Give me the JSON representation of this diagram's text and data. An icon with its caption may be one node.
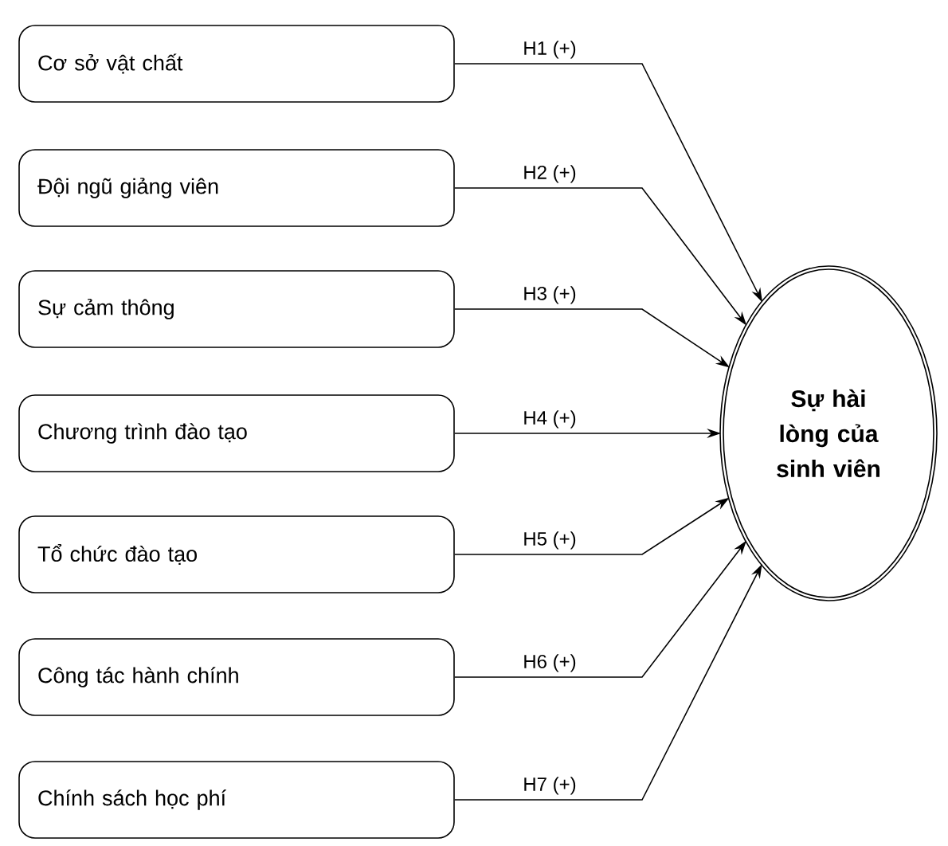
{
  "diagram": {
    "nodes": [
      {
        "text": [
          "Cơ sở vật chất"
        ]
      },
      {
        "text": [
          "Đội ngũ giảng viên"
        ]
      },
      {
        "text": [
          "Sự cảm thông"
        ]
      },
      {
        "text": [
          "Chương trình đào tạo"
        ]
      },
      {
        "text": [
          "Tổ chức đào tạo"
        ]
      },
      {
        "text": [
          "Công tác hành chính"
        ]
      },
      {
        "text": [
          "Chính sách học phí"
        ]
      },
      {
        "text": [
          "Sự hài lòng của sinh viên"
        ]
      }
    ],
    "edges": [
      {
        "from": 0,
        "to": 7,
        "arrow": "to",
        "label": "H1 (+)"
      },
      {
        "from": 1,
        "to": 7,
        "arrow": "to",
        "label": "H2 (+)"
      },
      {
        "from": 2,
        "to": 7,
        "arrow": "to",
        "label": "H3 (+)"
      },
      {
        "from": 3,
        "to": 7,
        "arrow": "to",
        "label": "H4 (+)"
      },
      {
        "from": 4,
        "to": 7,
        "arrow": "to",
        "label": "H5 (+)"
      },
      {
        "from": 5,
        "to": 7,
        "arrow": "to",
        "label": "H6 (+)"
      },
      {
        "from": 6,
        "to": 7,
        "arrow": "to",
        "label": "H7 (+)"
      }
    ]
  }
}
